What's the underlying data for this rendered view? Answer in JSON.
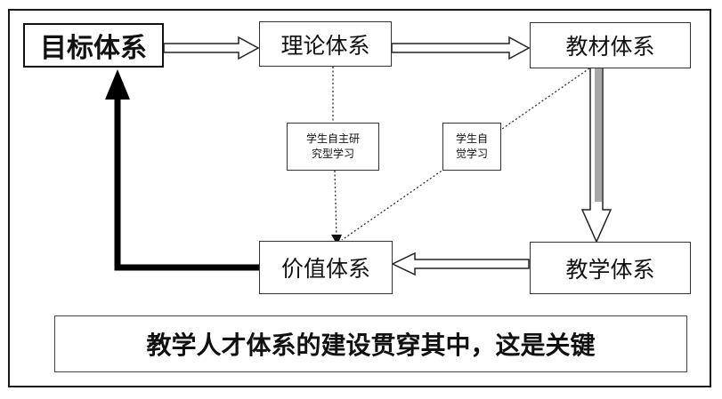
{
  "nodes": {
    "goal": "目标体系",
    "theory": "理论体系",
    "textbook": "教材体系",
    "teaching": "教学体系",
    "value": "价值体系"
  },
  "labels": {
    "research_line1": "学生自主研",
    "research_line2": "究型学习",
    "conscious_line1": "学生自",
    "conscious_line2": "觉学习"
  },
  "banner": "教学人才体系的建设贯穿其中，这是关键",
  "colors": {
    "border": "#333333",
    "arrow_fill": "#ffffff",
    "arrow_stroke": "#222222",
    "thick_arrow": "#000000",
    "gray_arrow": "#a8a8a8"
  }
}
